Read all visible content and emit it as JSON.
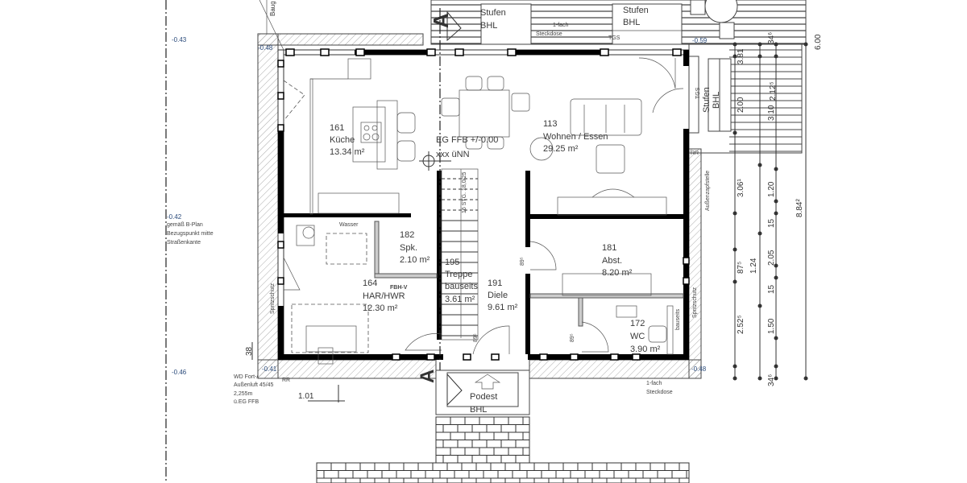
{
  "plan": {
    "floor_level": {
      "line1": "EG FFB +/-0.00",
      "line2": "xxx üNN"
    },
    "rooms": [
      {
        "number": "161",
        "name": "Küche",
        "area": "13.34 m²"
      },
      {
        "number": "113",
        "name": "Wohnen / Essen",
        "area": "29.25 m²"
      },
      {
        "number": "182",
        "name": "Spk.",
        "area": "2.10 m²"
      },
      {
        "number": "164",
        "name": "HAR/HWR",
        "area": "12.30 m²"
      },
      {
        "number": "195",
        "name": "Treppe",
        "extra": "bauseits",
        "area": "3.61 m²"
      },
      {
        "number": "191",
        "name": "Diele",
        "area": "9.61 m²"
      },
      {
        "number": "181",
        "name": "Abst.",
        "area": "8.20 m²"
      },
      {
        "number": "172",
        "name": "WC",
        "area": "3.90 m²"
      }
    ],
    "labels": {
      "stufen_1": "Stufen",
      "bhl_1": "BHL",
      "stufen_2": "Stufen",
      "bhl_2": "BHL",
      "tgs_top": "TGS",
      "steckdose_top_1": "1-fach",
      "steckdose_top_2": "Steckdose",
      "stufen_right": "Stufen",
      "bhl_right": "BHL",
      "tgs_right": "TGS",
      "podest": "Podest",
      "podest_bhl": "BHL",
      "steckdose_bottom_1": "1-fach",
      "steckdose_bottom_2": "Steckdose",
      "fbh": "FBH-V",
      "wasser": "Wasser",
      "aussenzapf": "Außenzapfstelle",
      "spritzschutz_l": "Spritzschutz",
      "spritzschutz_r": "Spritzschutz",
      "bauseits": "bauseits",
      "baug": "Baug",
      "rr1": "RR",
      "rr2": "RR",
      "wd_1": "WD Fort-/",
      "wd_2": "Außenluft 45/45",
      "wd_3": "2,255m",
      "wd_4": "ü.EG FFB",
      "bplan_1": "gemäß B-Plan",
      "bplan_2": "Bezugspunkt mitte",
      "bplan_3": "Straßenkante",
      "stair_note": "16 STG. 18,0/25"
    },
    "levels": [
      "-0.43",
      "-0.48",
      "-0.59",
      "-0.42",
      "-0.46",
      "-0.41",
      "-0.48"
    ],
    "dimensions": {
      "door_89_1": "89⁵",
      "door_89_2": "89⁵",
      "door_89_3": "89⁵",
      "d38": "38",
      "d101": "1.01",
      "col1": [
        "3.81",
        "2.00",
        "3.06¹",
        "87⁵",
        "2.52⁵",
        "34⁶"
      ],
      "col2": [
        "2.12⁵",
        "1.24"
      ],
      "col3": [
        "34⁶",
        "3.10",
        "1.20",
        "15",
        "2.05",
        "15",
        "1.50"
      ],
      "col4": [
        "6.00",
        "8.84²"
      ]
    },
    "section_marker": "A"
  }
}
